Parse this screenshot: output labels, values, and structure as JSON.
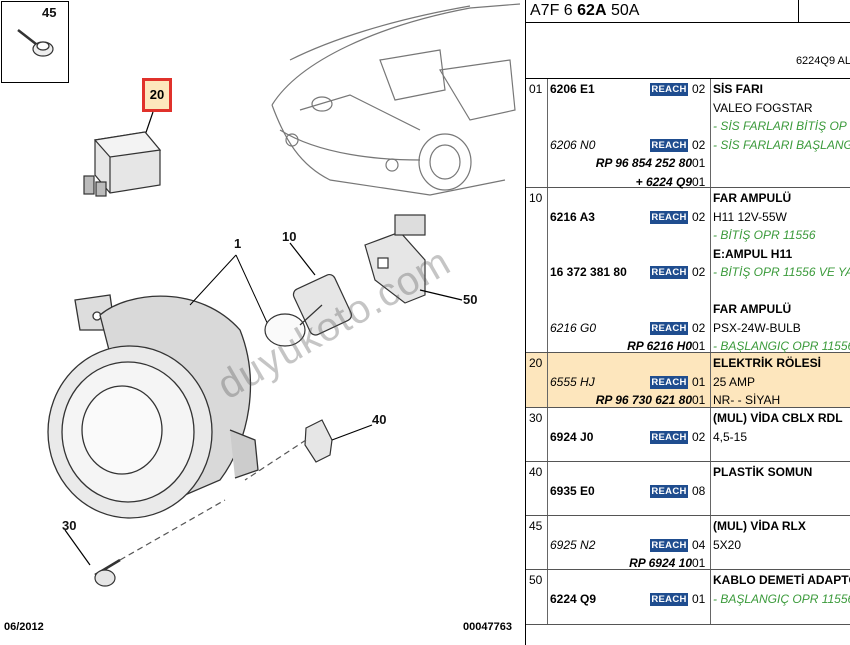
{
  "diagram": {
    "callouts": {
      "c45": "45",
      "c20": "20",
      "c1": "1",
      "c10": "10",
      "c50": "50",
      "c40": "40",
      "c30": "30"
    },
    "watermark": "duyukoto.com",
    "footer_date": "06/2012",
    "footer_code": "00047763"
  },
  "header": {
    "ref_prefix": "A7F 6",
    "ref_bold": "62A",
    "ref_suffix": "50A",
    "sub_ref": "6224Q9 AL"
  },
  "reach_label": "REACH",
  "groups": [
    {
      "num": "01",
      "rows": [
        {
          "pn": "6206 E1",
          "style": "b",
          "reach": true,
          "qty": "02",
          "desc": "SİS FARI",
          "desc_style": "b"
        },
        {
          "pn": "",
          "reach": false,
          "qty": "",
          "desc": "VALEO FOGSTAR",
          "desc_style": ""
        },
        {
          "pn": "",
          "reach": false,
          "qty": "",
          "desc": "- SİS FARLARI BİTİŞ OP",
          "desc_style": "g"
        },
        {
          "pn": "6206 N0",
          "style": "i",
          "reach": true,
          "qty": "02",
          "desc": "- SİS FARLARI BAŞLANG",
          "desc_style": "g"
        },
        {
          "pn": "RP 96 854 252 80",
          "style": "r",
          "reach": false,
          "qty": "01",
          "desc": "",
          "desc_style": ""
        },
        {
          "pn": "+ 6224 Q9",
          "style": "r",
          "reach": false,
          "qty": "01",
          "desc": "",
          "desc_style": ""
        }
      ]
    },
    {
      "num": "10",
      "rows": [
        {
          "pn": "",
          "reach": false,
          "qty": "",
          "desc": "FAR AMPULÜ",
          "desc_style": "b"
        },
        {
          "pn": "6216 A3",
          "style": "b",
          "reach": true,
          "qty": "02",
          "desc": "H11 12V-55W",
          "desc_style": ""
        },
        {
          "pn": "",
          "reach": false,
          "qty": "",
          "desc": "- BİTİŞ OPR 11556",
          "desc_style": "g"
        },
        {
          "pn": "",
          "reach": false,
          "qty": "",
          "desc": "E:AMPUL H11",
          "desc_style": "b"
        },
        {
          "pn": "16 372 381 80",
          "style": "b",
          "reach": true,
          "qty": "02",
          "desc": "- BİTİŞ OPR 11556 VE YA",
          "desc_style": "g"
        },
        {
          "pn": "",
          "reach": false,
          "qty": "",
          "desc": "",
          "desc_style": ""
        },
        {
          "pn": "",
          "reach": false,
          "qty": "",
          "desc": "FAR AMPULÜ",
          "desc_style": "b"
        },
        {
          "pn": "6216 G0",
          "style": "i",
          "reach": true,
          "qty": "02",
          "desc": "PSX-24W-BULB",
          "desc_style": ""
        },
        {
          "pn": "RP 6216 H0",
          "style": "r",
          "reach": false,
          "qty": "01",
          "desc": "- BAŞLANGIÇ OPR 11556",
          "desc_style": "g"
        }
      ]
    },
    {
      "num": "20",
      "highlight": true,
      "rows": [
        {
          "pn": "",
          "reach": false,
          "qty": "",
          "desc": "ELEKTRİK RÖLESİ",
          "desc_style": "b"
        },
        {
          "pn": "6555 HJ",
          "style": "i",
          "reach": true,
          "qty": "01",
          "desc": "25 AMP",
          "desc_style": ""
        },
        {
          "pn": "RP 96 730 621 80",
          "style": "r",
          "reach": false,
          "qty": "01",
          "desc": "NR- - SİYAH",
          "desc_style": ""
        }
      ]
    },
    {
      "num": "30",
      "rows": [
        {
          "pn": "",
          "reach": false,
          "qty": "",
          "desc": "(MUL) VİDA CBLX RDL",
          "desc_style": "b"
        },
        {
          "pn": "6924 J0",
          "style": "b",
          "reach": true,
          "qty": "02",
          "desc": "4,5-15",
          "desc_style": ""
        }
      ]
    },
    {
      "num": "40",
      "rows": [
        {
          "pn": "",
          "reach": false,
          "qty": "",
          "desc": "PLASTİK SOMUN",
          "desc_style": "b"
        },
        {
          "pn": "6935 E0",
          "style": "b",
          "reach": true,
          "qty": "08",
          "desc": "",
          "desc_style": ""
        }
      ]
    },
    {
      "num": "45",
      "rows": [
        {
          "pn": "",
          "reach": false,
          "qty": "",
          "desc": "(MUL) VİDA RLX",
          "desc_style": "b"
        },
        {
          "pn": "6925 N2",
          "style": "i",
          "reach": true,
          "qty": "04",
          "desc": "5X20",
          "desc_style": ""
        },
        {
          "pn": "RP 6924 10",
          "style": "r",
          "reach": false,
          "qty": "01",
          "desc": "",
          "desc_style": ""
        }
      ]
    },
    {
      "num": "50",
      "rows": [
        {
          "pn": "",
          "reach": false,
          "qty": "",
          "desc": "KABLO DEMETİ ADAPTÖ",
          "desc_style": "b"
        },
        {
          "pn": "6224 Q9",
          "style": "b",
          "reach": true,
          "qty": "01",
          "desc": "- BAŞLANGIÇ OPR 11556",
          "desc_style": "g"
        }
      ]
    }
  ]
}
